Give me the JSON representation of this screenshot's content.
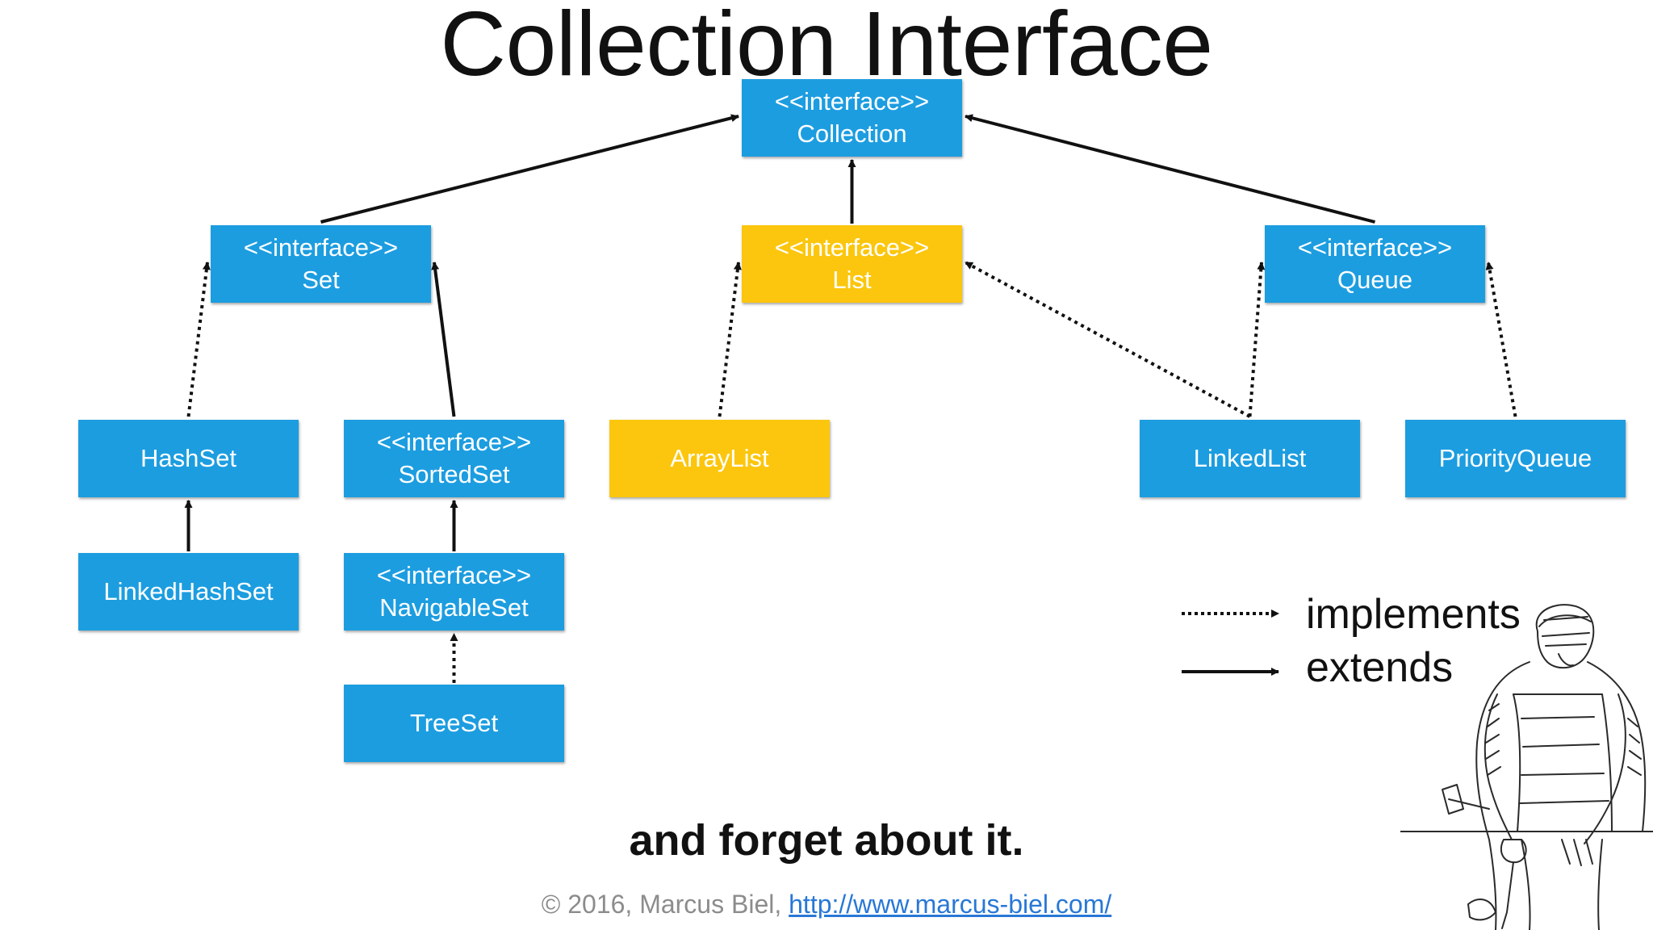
{
  "title": "Collection Interface",
  "colors": {
    "interface_blue": "#1c9de0",
    "list_highlight": "#fbc60d",
    "edge": "#111111",
    "footer_text": "#8c8c8c",
    "footer_link": "#2878d6"
  },
  "nodes": [
    {
      "id": "collection",
      "stereotype": "<<interface>>",
      "label": "Collection",
      "color": "blue"
    },
    {
      "id": "set",
      "stereotype": "<<interface>>",
      "label": "Set",
      "color": "blue"
    },
    {
      "id": "list",
      "stereotype": "<<interface>>",
      "label": "List",
      "color": "yellow"
    },
    {
      "id": "queue",
      "stereotype": "<<interface>>",
      "label": "Queue",
      "color": "blue"
    },
    {
      "id": "hashset",
      "stereotype": "",
      "label": "HashSet",
      "color": "blue"
    },
    {
      "id": "sortedset",
      "stereotype": "<<interface>>",
      "label": "SortedSet",
      "color": "blue"
    },
    {
      "id": "arraylist",
      "stereotype": "",
      "label": "ArrayList",
      "color": "yellow"
    },
    {
      "id": "linkedlist",
      "stereotype": "",
      "label": "LinkedList",
      "color": "blue"
    },
    {
      "id": "priorityqueue",
      "stereotype": "",
      "label": "PriorityQueue",
      "color": "blue"
    },
    {
      "id": "linkedhashset",
      "stereotype": "",
      "label": "LinkedHashSet",
      "color": "blue"
    },
    {
      "id": "navigableset",
      "stereotype": "<<interface>>",
      "label": "NavigableSet",
      "color": "blue"
    },
    {
      "id": "treeset",
      "stereotype": "",
      "label": "TreeSet",
      "color": "blue"
    }
  ],
  "edges": [
    {
      "from": "set",
      "to": "collection",
      "type": "extends"
    },
    {
      "from": "list",
      "to": "collection",
      "type": "extends"
    },
    {
      "from": "queue",
      "to": "collection",
      "type": "extends"
    },
    {
      "from": "hashset",
      "to": "set",
      "type": "implements"
    },
    {
      "from": "sortedset",
      "to": "set",
      "type": "extends"
    },
    {
      "from": "arraylist",
      "to": "list",
      "type": "implements"
    },
    {
      "from": "linkedlist",
      "to": "list",
      "type": "implements"
    },
    {
      "from": "linkedlist",
      "to": "queue",
      "type": "implements"
    },
    {
      "from": "priorityqueue",
      "to": "queue",
      "type": "implements"
    },
    {
      "from": "linkedhashset",
      "to": "hashset",
      "type": "extends"
    },
    {
      "from": "navigableset",
      "to": "sortedset",
      "type": "extends"
    },
    {
      "from": "treeset",
      "to": "navigableset",
      "type": "implements"
    }
  ],
  "legend": {
    "implements_label": "implements",
    "extends_label": "extends"
  },
  "caption": "and forget about it.",
  "footer": {
    "copyright": "© 2016, Marcus Biel,",
    "link_text": "http://www.marcus-biel.com/"
  }
}
